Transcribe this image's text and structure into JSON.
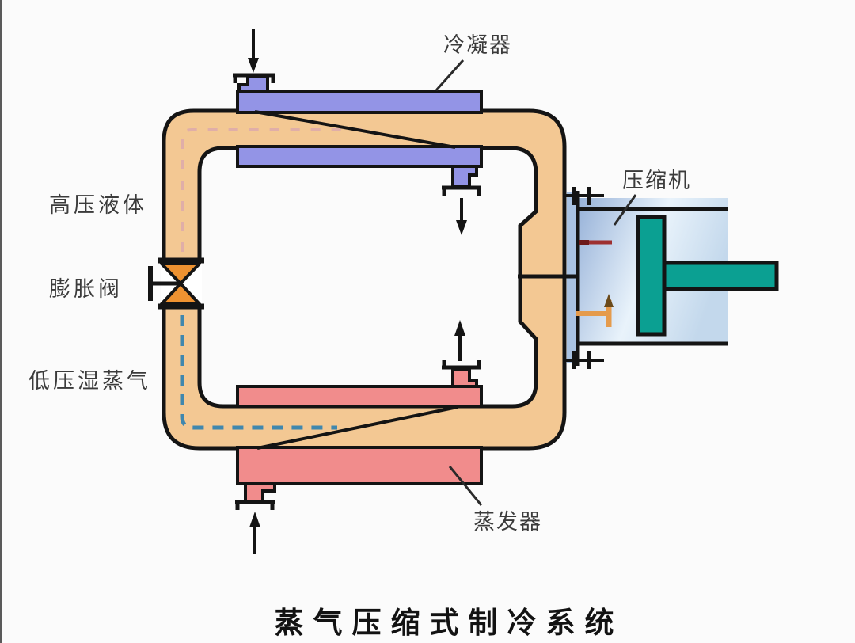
{
  "title": "蒸气压缩式制冷系统",
  "labels": {
    "condenser": "冷凝器",
    "compressor": "压缩机",
    "high_pressure_liquid": "高压液体",
    "expansion_valve": "膨胀阀",
    "low_pressure_wet_vapor": "低压湿蒸气",
    "evaporator": "蒸发器"
  },
  "colors": {
    "background": "#FBFBFB",
    "pipe": "#F3C893",
    "condenser": "#9394E6",
    "evaporator": "#F18C8C",
    "expansion_valve": "#EE9231",
    "piston_teal": "#0BA092",
    "compressor_body_edge": "#96B1D8",
    "compressor_body_light": "#E9F3FB",
    "compressor_body_right": "#C3D8EC",
    "compressor_neck": "#A9C2E2",
    "liquid_dash_pink": "#DBA7AE",
    "vapor_dash_blue": "#3F87AE",
    "discharge_valve_red": "#9E3030",
    "suction_valve_orange": "#E59B4C",
    "outline_black": "#141414"
  }
}
